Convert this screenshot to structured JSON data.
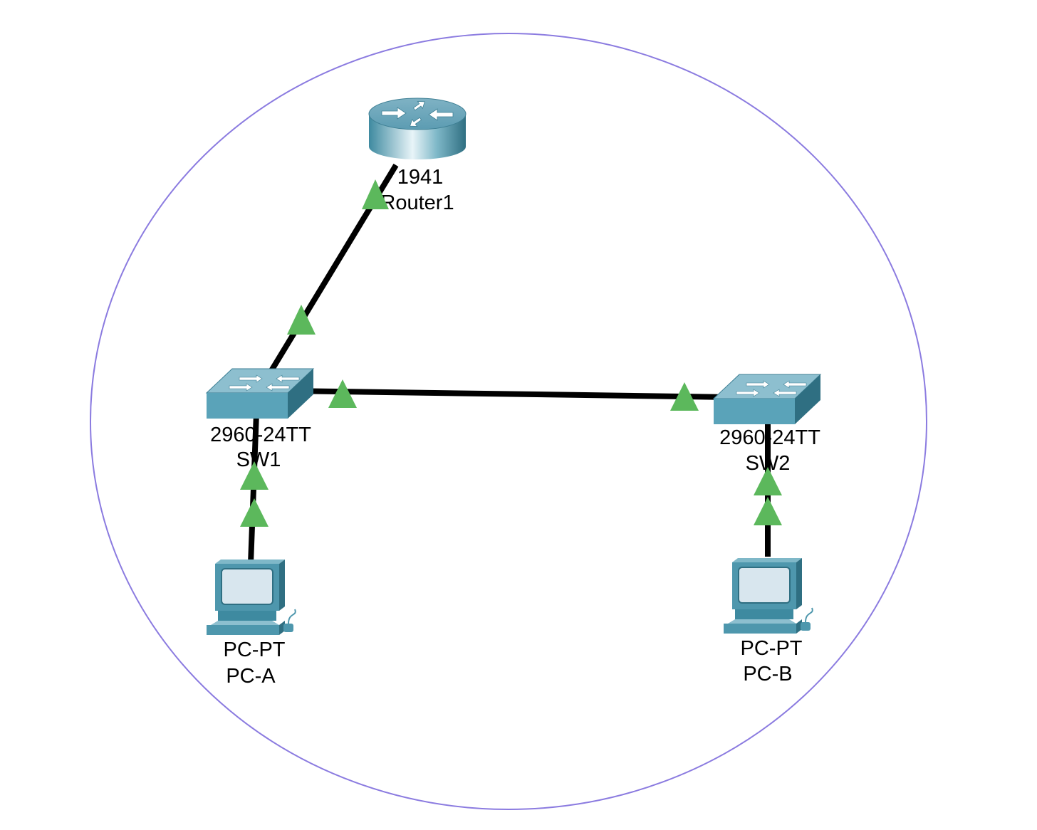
{
  "colors": {
    "background": "#ffffff",
    "boundary_circle": "#8b7be0",
    "link": "#000000",
    "link_up_indicator": "#5cb85c",
    "device_body": "#4e97ad",
    "device_dark": "#2f6f82",
    "screen": "#d8e6ee"
  },
  "devices": {
    "router1": {
      "icon": "router-icon",
      "model": "1941",
      "name": "Router1"
    },
    "sw1": {
      "icon": "switch-icon",
      "model": "2960-24TT",
      "name": "SW1"
    },
    "sw2": {
      "icon": "switch-icon",
      "model": "2960-24TT",
      "name": "SW2"
    },
    "pca": {
      "icon": "pc-icon",
      "model": "PC-PT",
      "name": "PC-A"
    },
    "pcb": {
      "icon": "pc-icon",
      "model": "PC-PT",
      "name": "PC-B"
    }
  },
  "links": [
    {
      "from": "router1",
      "to": "sw1",
      "status": "up"
    },
    {
      "from": "sw1",
      "to": "sw2",
      "status": "up"
    },
    {
      "from": "sw1",
      "to": "pca",
      "status": "up"
    },
    {
      "from": "sw2",
      "to": "pcb",
      "status": "up"
    }
  ]
}
